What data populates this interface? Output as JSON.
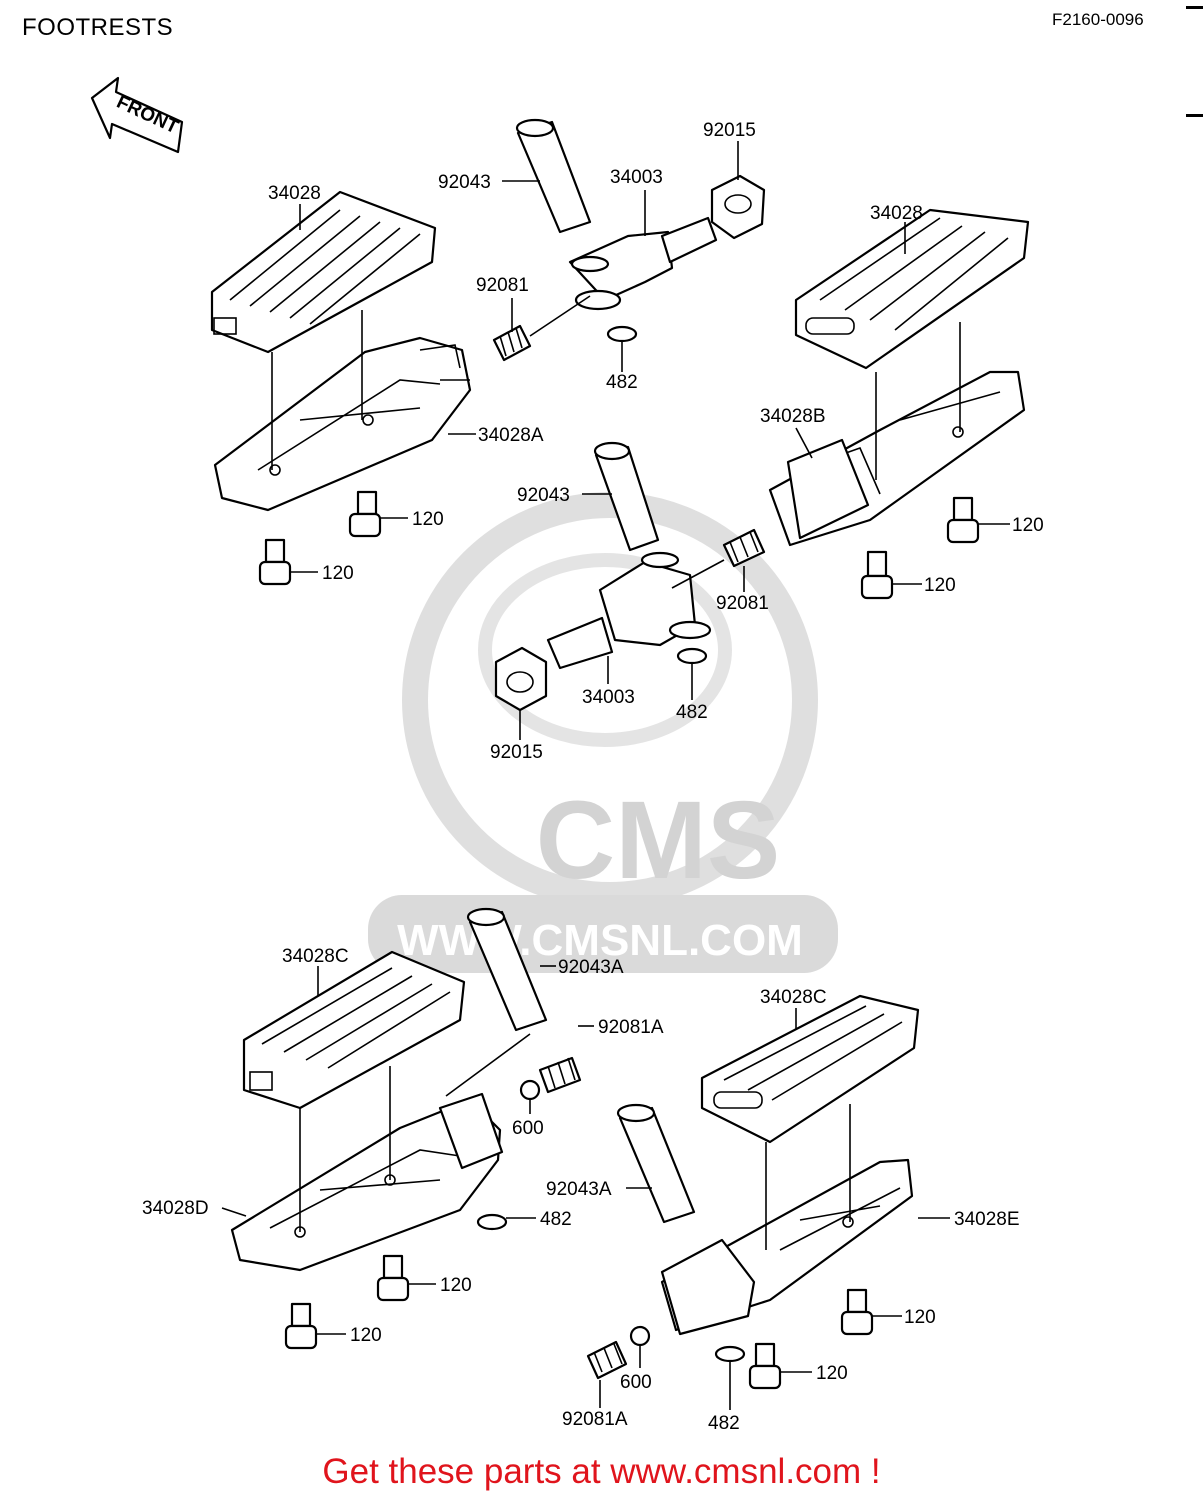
{
  "header": {
    "title": "FOOTRESTS",
    "diagram_code": "F2160-0096"
  },
  "front_arrow": {
    "label": "FRONT"
  },
  "watermark": {
    "brand": "CMS",
    "url": "WWW.CMSNL.COM"
  },
  "parts": {
    "p1": "34028",
    "p2": "92043",
    "p3": "34003",
    "p4": "92015",
    "p5": "34028",
    "p6": "92081",
    "p7": "482",
    "p8": "34028A",
    "p9": "120",
    "p10": "120",
    "p11": "34028B",
    "p12": "92043",
    "p13": "120",
    "p14": "92081",
    "p15": "120",
    "p16": "34003",
    "p17": "482",
    "p18": "92015",
    "p19": "34028C",
    "p20": "92043A",
    "p21": "92081A",
    "p22": "600",
    "p23": "34028C",
    "p24": "34028D",
    "p25": "482",
    "p26": "92043A",
    "p27": "34028E",
    "p28": "120",
    "p29": "120",
    "p30": "120",
    "p31": "120",
    "p32": "600",
    "p33": "92081A",
    "p34": "482"
  },
  "footer": {
    "text": "Get these parts at www.cmsnl.com !"
  },
  "colors": {
    "footer_text": "#e0141c",
    "watermark": "#d6d6d6"
  }
}
